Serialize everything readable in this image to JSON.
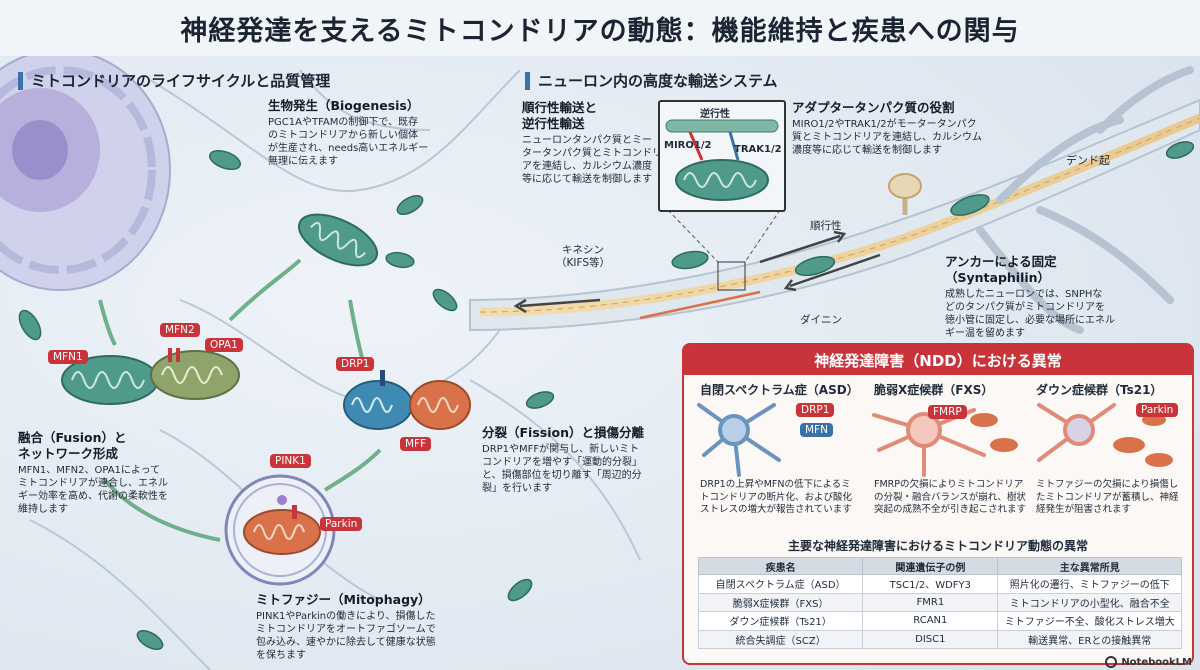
{
  "title": "神経発達を支えるミトコンドリアの動態：機能維持と疾患への関与",
  "sections": {
    "lifecycle": "ミトコンドリアのライフサイクルと品質管理",
    "transport": "ニューロン内の高度な輸送システム"
  },
  "biogenesis": {
    "heading": "生物発生（Biogenesis）",
    "lines": [
      "PGC1AやTFAMの制御下で、既存",
      "のミトコンドリアから新しい個体",
      "が生産され、needs高いエネルギー",
      "無理に伝えます"
    ]
  },
  "fusion": {
    "heading_lines": [
      "融合（Fusion）と",
      "ネットワーク形成"
    ],
    "lines": [
      "MFN1、MFN2、OPA1によって",
      "ミトコンドリアが連合し、エネル",
      "ギー効率を高め、代謝の柔軟性を",
      "維持します"
    ],
    "tags": [
      "MFN1",
      "MFN2",
      "OPA1"
    ]
  },
  "fission": {
    "heading": "分裂（Fission）と損傷分離",
    "lines": [
      "DRP1やMFFが関与し、新しいミト",
      "コンドリアを増やす「運動的分裂」",
      "と、損傷部位を切り離す「周辺的分",
      "裂」を行います"
    ],
    "tags": [
      "DRP1",
      "MFF"
    ]
  },
  "mitophagy": {
    "heading": "ミトファジー（Mitophagy）",
    "lines": [
      "PINK1やParkinの働きにより、損傷した",
      "ミトコンドリアをオートファゴソームで",
      "包み込み、速やかに除去して健康な状態",
      "を保ちます"
    ],
    "tags": [
      "PINK1",
      "Parkin"
    ]
  },
  "anterograde": {
    "heading_lines": [
      "順行性輸送と",
      "逆行性輸送"
    ],
    "lines": [
      "ニューロンタンパク質とミー",
      "タータンパク質とミトコンドリ",
      "アを連結し、カルシウム濃度",
      "等に応じて輸送を制御します"
    ]
  },
  "inset": {
    "top": "逆行性",
    "miro": "MIRO1/2",
    "trak": "TRAK1/2"
  },
  "adaptor": {
    "heading": "アダプタータンパク質の役割",
    "lines": [
      "MIRO1/2やTRAK1/2がモータータンパク",
      "質とミトコンドリアを連結し、カルシウム",
      "濃度等に応じて輸送を制御します"
    ]
  },
  "dendrite": "デンド起",
  "kinesin_lines": [
    "キネシン",
    "（KIFS等）"
  ],
  "anterograde_arrow": "順行性",
  "dynein": "ダイニン",
  "anchor": {
    "heading_lines": [
      "アンカーによる固定",
      "（Syntaphilin）"
    ],
    "lines": [
      "成熟したニューロンでは、SNPHな",
      "どのタンパク質がミトコンドリアを",
      "徳小管に固定し、必要な場所にエネル",
      "ギー温を留めます"
    ]
  },
  "ndd": {
    "header": "神経発達障害（NDD）における異常",
    "diseases": [
      {
        "title": "自閉スペクトラム症（ASD）",
        "tags": [
          "DRP1",
          "MFN"
        ],
        "lines": [
          "DRP1の上昇やMFNの低下によるミ",
          "トコンドリアの断片化、および酸化",
          "ストレスの増大が報告されています"
        ]
      },
      {
        "title": "脆弱X症候群（FXS）",
        "tags": [
          "FMRP"
        ],
        "lines": [
          "FMRPの欠損によりミトコンドリア",
          "の分裂・融合バランスが崩れ、樹状",
          "突起の成熟不全が引き起こされます"
        ]
      },
      {
        "title": "ダウン症候群（Ts21）",
        "tags": [
          "Parkin"
        ],
        "lines": [
          "ミトファジーの欠損により損傷し",
          "たミトコンドリアが蓄積し、神経",
          "経発生が阻害されます"
        ]
      }
    ],
    "table_title": "主要な神経発達障害におけるミトコンドリア動態の異常",
    "columns": [
      "疾患名",
      "関連遺伝子の例",
      "主な異常所見"
    ],
    "rows": [
      [
        "自閉スペクトラム症（ASD）",
        "TSC1/2、WDFY3",
        "照片化の遷行、ミトファジーの低下"
      ],
      [
        "脆弱X症候群（FXS）",
        "FMR1",
        "ミトコンドリアの小型化、融合不全"
      ],
      [
        "ダウン症候群（Ts21）",
        "RCAN1",
        "ミトファジー不全、酸化ストレス増大"
      ],
      [
        "統合失調症（SCZ）",
        "DISC1",
        "輸送異常、ERとの接触異常"
      ]
    ]
  },
  "brand": "NotebookLM",
  "colors": {
    "accent_red": "#c8343a",
    "accent_blue": "#3a72a8",
    "mito_green": "#4f9a8a",
    "mito_orange": "#d9724a",
    "axon": "#f2d9a6"
  }
}
